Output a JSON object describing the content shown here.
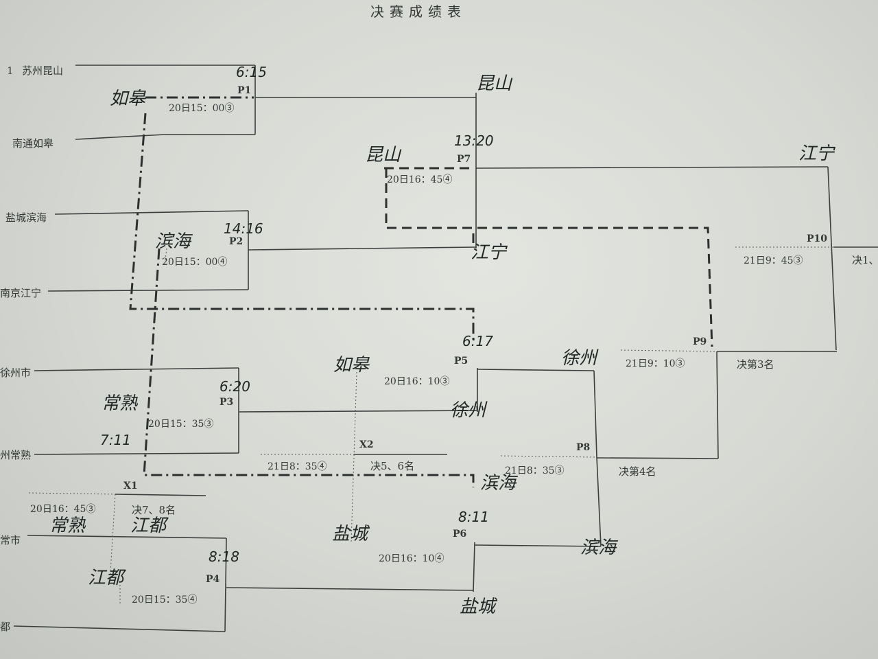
{
  "title": "决赛成绩表",
  "teams": {
    "t1_num": "1",
    "t1": "苏州昆山",
    "t2": "南通如皋",
    "t3": "盐城滨海",
    "t4": "南京江宁",
    "t5": "徐州市",
    "t6": "州常熟",
    "t7": "常市",
    "t8": "都"
  },
  "matches": {
    "P1": {
      "code": "P1",
      "time": "20日15：00③"
    },
    "P2": {
      "code": "P2",
      "time": "20日15：00④"
    },
    "P3": {
      "code": "P3",
      "time": "20日15：35③"
    },
    "P4": {
      "code": "P4",
      "time": "20日15：35④"
    },
    "P5": {
      "code": "P5",
      "time": "20日16：10③"
    },
    "P6": {
      "code": "P6",
      "time": "20日16：10④"
    },
    "P7": {
      "code": "P7",
      "time": "20日16：45④"
    },
    "P8": {
      "code": "P8",
      "time": "21日8：35③",
      "rank": "决第4名"
    },
    "P9": {
      "code": "P9",
      "time": "21日9：10③",
      "rank": "决第3名"
    },
    "P10": {
      "code": "P10",
      "time": "21日9：45③",
      "rank": "决1、"
    },
    "X1": {
      "code": "X1",
      "time": "20日16：45③",
      "rank": "决7、8名"
    },
    "X2": {
      "code": "X2",
      "time": "21日8：35④",
      "rank": "决5、6名"
    }
  },
  "handwritten": {
    "p1_score": "6:15",
    "p1_name": "如皋",
    "p2_score": "14:16",
    "p2_name": "滨海",
    "p3_score": "6:20",
    "p3_name": "常熟",
    "p3_side": "7:11",
    "p4_score": "8:18",
    "p4_name": "江都",
    "p5_score": "6:17",
    "p5_name": "如皋",
    "p6_score": "8:11",
    "p6_name": "盐城",
    "p7_score": "13:20",
    "p7_name": "昆山",
    "w_p1": "昆山",
    "w_p2": "江宁",
    "w_p5": "徐州",
    "w_p3": "徐州",
    "w_x2": "滨海",
    "w_p8": "滨海",
    "w_p4": "盐城",
    "w_p7": "江宁",
    "x1_a": "常熟",
    "x1_b": "江都"
  }
}
